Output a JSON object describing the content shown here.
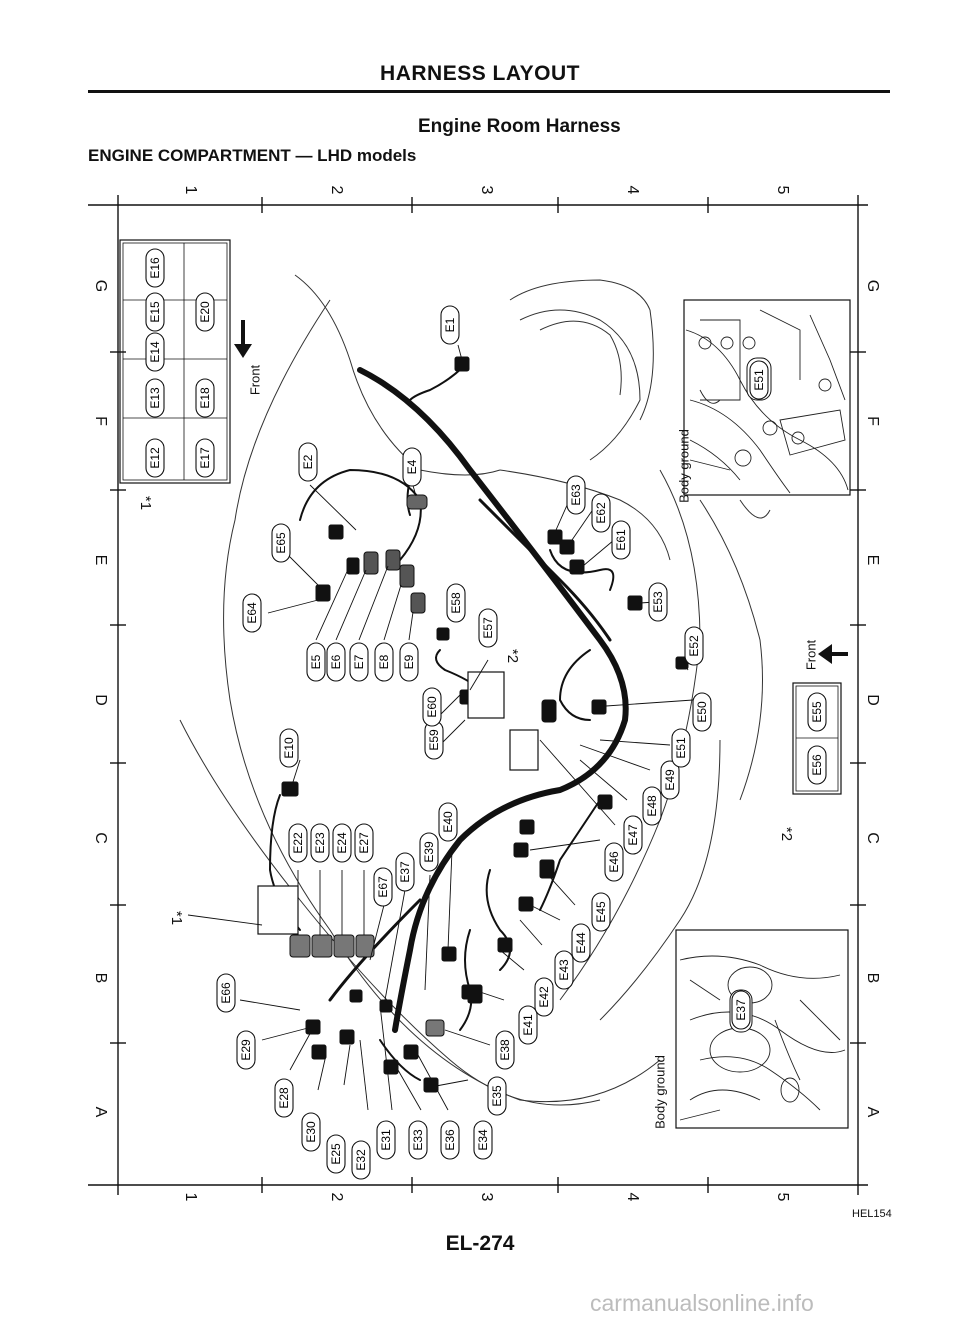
{
  "page": {
    "title": "HARNESS LAYOUT",
    "subtitle": "Engine Room Harness",
    "section": "ENGINE COMPARTMENT — LHD models",
    "page_number": "EL-274",
    "figure_code": "HEL154",
    "watermark": "carmanualsonline.info"
  },
  "grid": {
    "columns": [
      "1",
      "2",
      "3",
      "4",
      "5"
    ],
    "rows": [
      "G",
      "F",
      "E",
      "D",
      "C",
      "B",
      "A"
    ]
  },
  "annotations": {
    "front": "Front",
    "body_ground": "Body ground",
    "ref1": "*1",
    "ref2": "*2"
  },
  "connectors": {
    "box_top": [
      "E12",
      "E13",
      "E14",
      "E15",
      "E16",
      "E17",
      "E18",
      "E20"
    ],
    "box_right": [
      "E55",
      "E56"
    ],
    "inset_top": "E51",
    "inset_bottom": "E37",
    "main": [
      "E1",
      "E2",
      "E4",
      "E5",
      "E6",
      "E7",
      "E8",
      "E9",
      "E10",
      "E22",
      "E23",
      "E24",
      "E27",
      "E25",
      "E28",
      "E29",
      "E30",
      "E31",
      "E32",
      "E33",
      "E34",
      "E35",
      "E36",
      "E37",
      "E38",
      "E39",
      "E40",
      "E41",
      "E42",
      "E43",
      "E44",
      "E45",
      "E46",
      "E47",
      "E48",
      "E49",
      "E50",
      "E51",
      "E52",
      "E53",
      "E57",
      "E58",
      "E59",
      "E60",
      "E61",
      "E62",
      "E63",
      "E64",
      "E65",
      "E66",
      "E67"
    ]
  }
}
